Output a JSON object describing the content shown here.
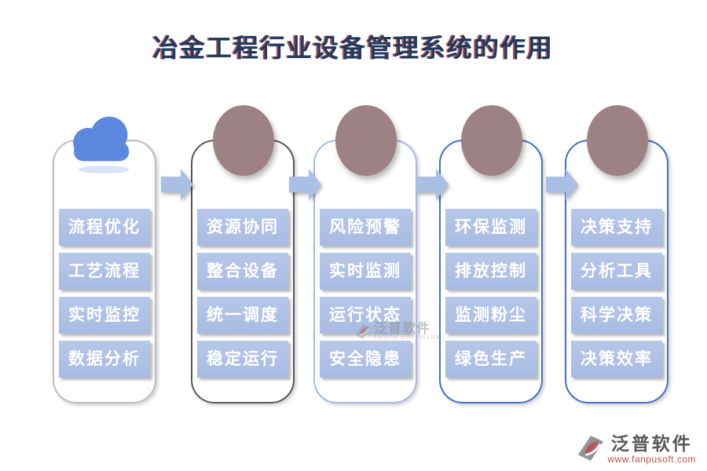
{
  "title": "冶金工程行业设备管理系统的作用",
  "columns": [
    {
      "icon": "cloud-icon",
      "items": [
        "流程优化",
        "工艺流程",
        "实时监控",
        "数据分析"
      ]
    },
    {
      "icon": "circle-icon",
      "items": [
        "资源协同",
        "整合设备",
        "统一调度",
        "稳定运行"
      ]
    },
    {
      "icon": "circle-icon",
      "items": [
        "风险预警",
        "实时监测",
        "运行状态",
        "安全隐患"
      ]
    },
    {
      "icon": "circle-icon",
      "items": [
        "环保监测",
        "排放控制",
        "监测粉尘",
        "绿色生产"
      ]
    },
    {
      "icon": "circle-icon",
      "items": [
        "决策支持",
        "分析工具",
        "科学决策",
        "决策效率"
      ]
    }
  ],
  "watermark": {
    "brand": "泛普软件",
    "brand_en": "FANPU SOFTWARE"
  },
  "footer": {
    "brand": "泛普软件",
    "url": "www.fanpusoft.com"
  },
  "colors": {
    "title_text": "#1e3a5f",
    "title_fringe": "#a01e1e",
    "box_fill": "#aec1e6",
    "box_text": "#ffffff",
    "circle_fill": "#9d8185",
    "cloud_blue": "#5c87de",
    "arrow_fill": "#a9bfe4",
    "border_light_gray": "#bdbdbd",
    "border_dark_gray": "#595959",
    "border_light_blue": "#a6bbe2",
    "border_blue": "#4472c4",
    "footer_brand": "#595959",
    "footer_url": "#c0504d"
  }
}
